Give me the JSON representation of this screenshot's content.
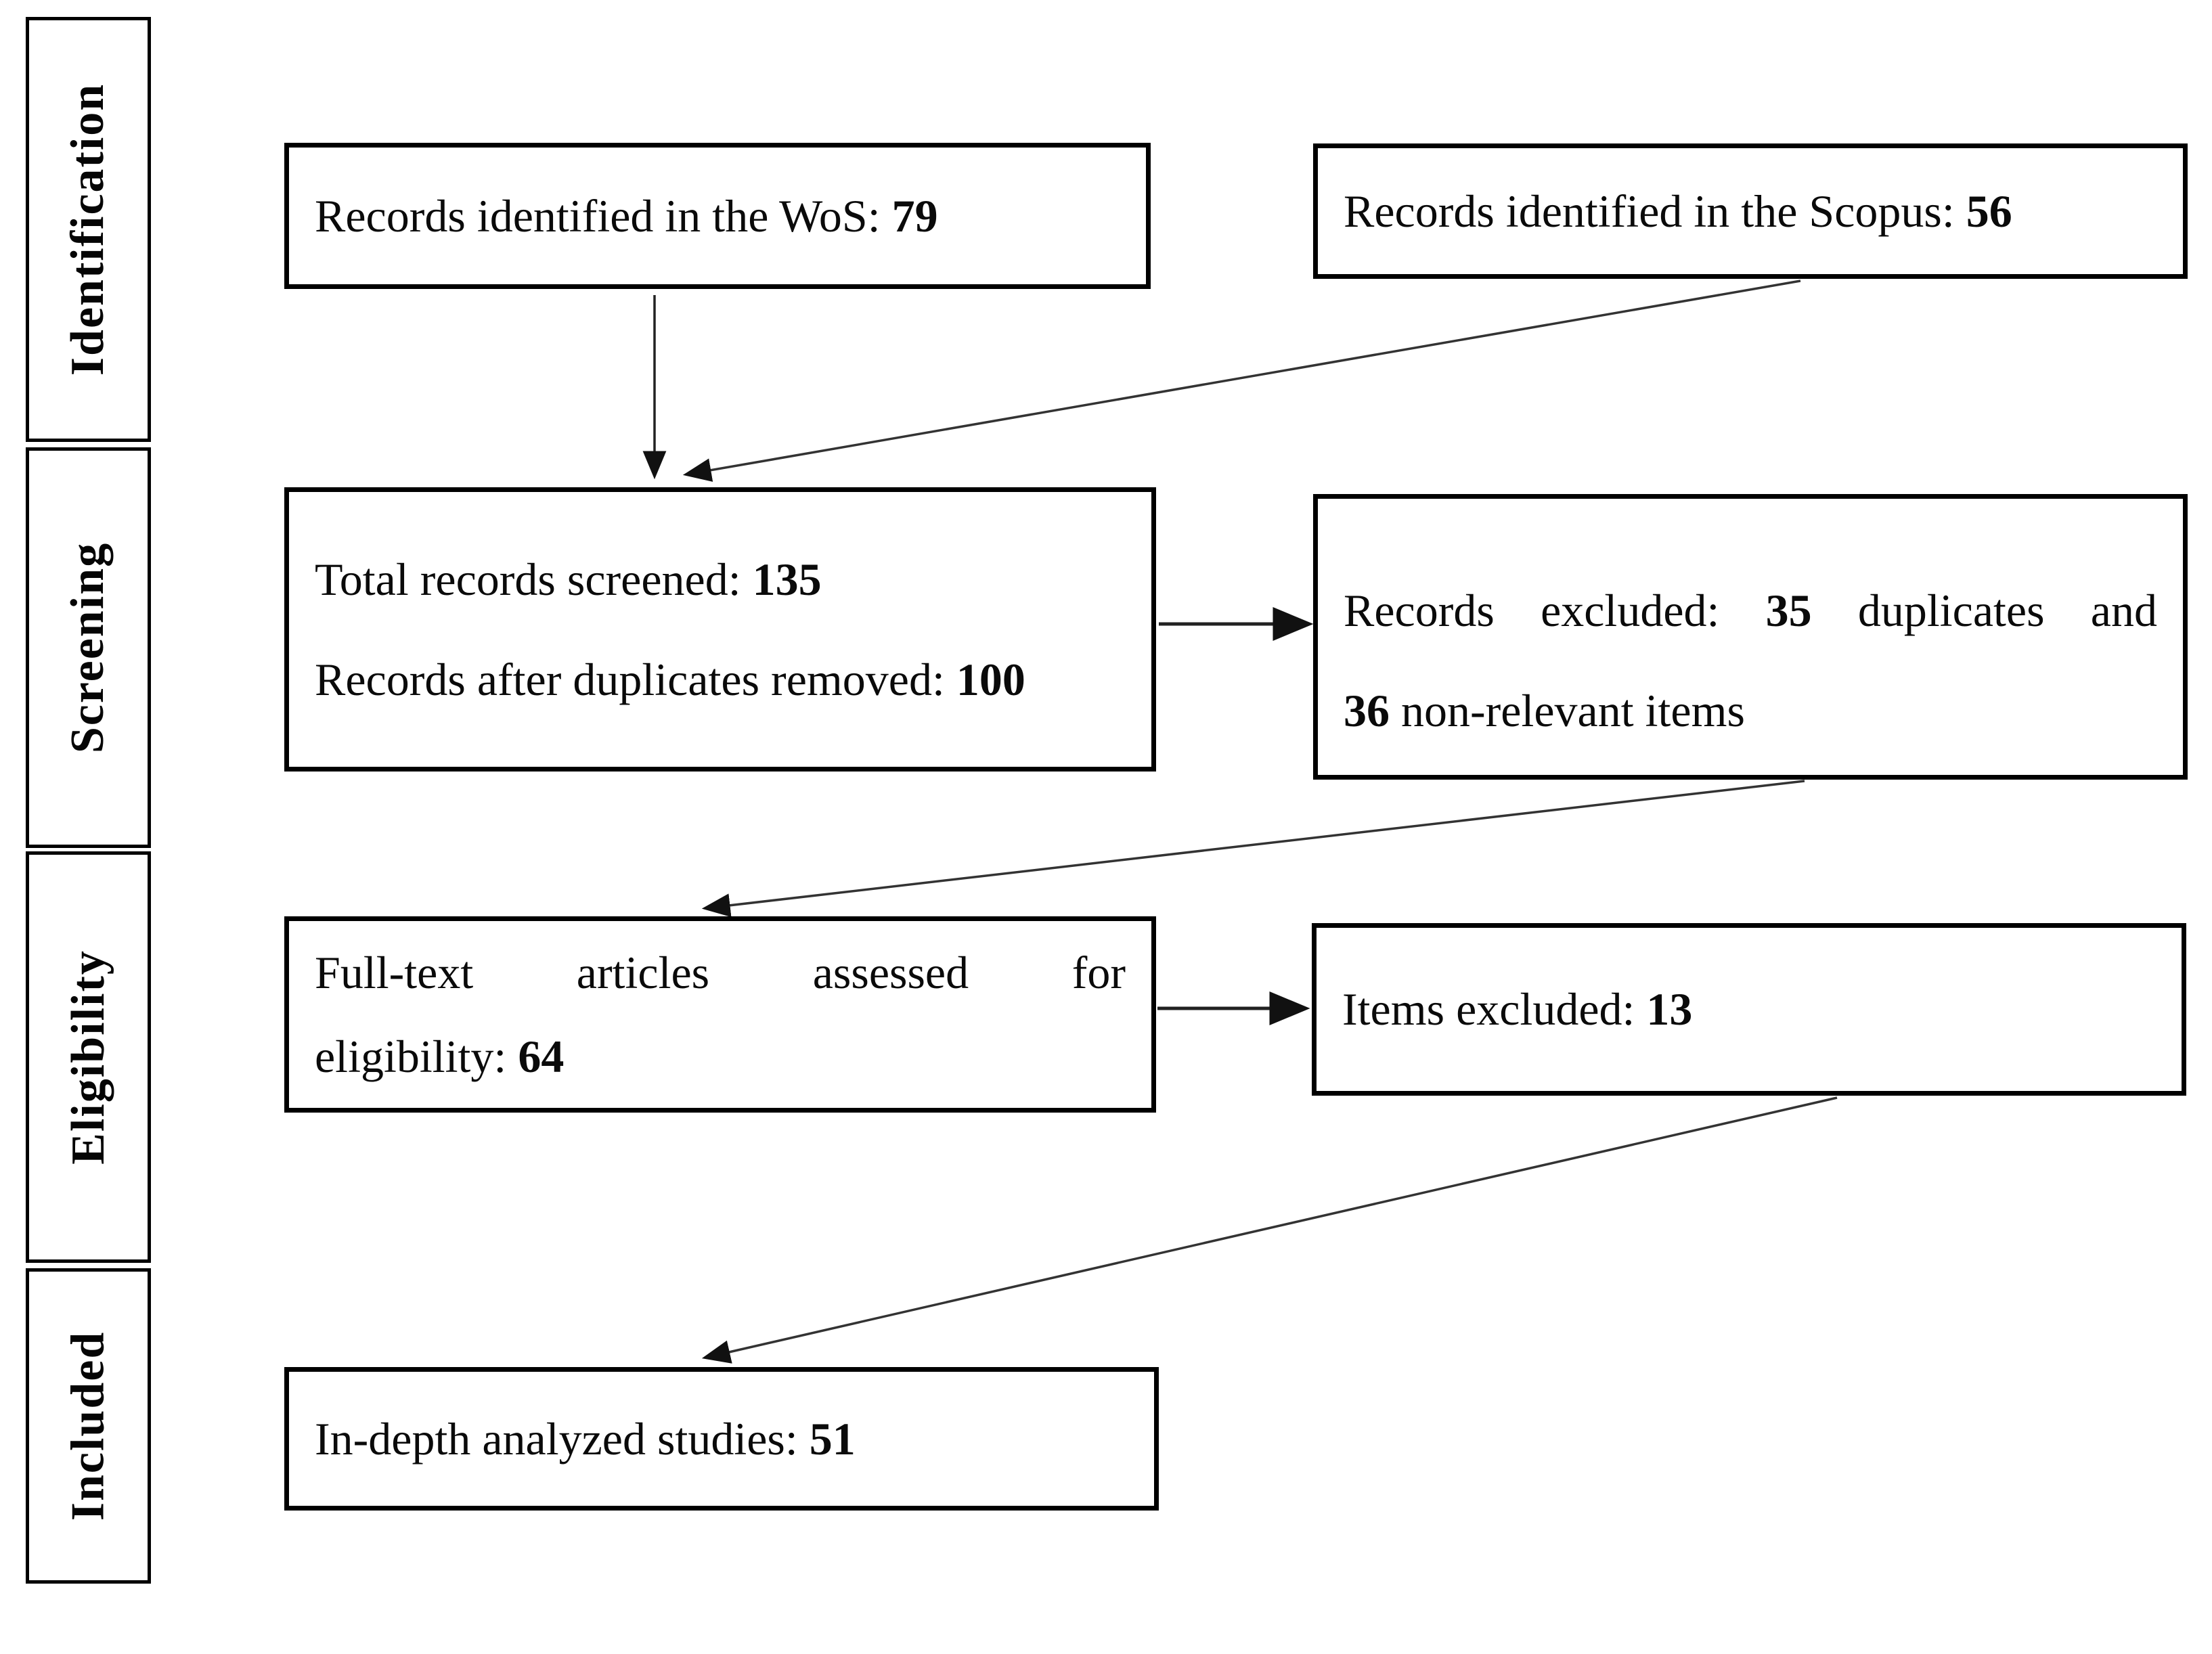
{
  "figure": {
    "type": "prisma-flow-diagram",
    "background_color": "#ffffff",
    "line_color": "#222222",
    "border_color": "#000000",
    "text_color": "#0a0a0a"
  },
  "sidebar": {
    "sections": [
      {
        "label": "Identification"
      },
      {
        "label": "Screening"
      },
      {
        "label": "Eligibility"
      },
      {
        "label": "Included"
      }
    ]
  },
  "boxes": {
    "wos": {
      "lines": [
        {
          "justify": false,
          "segs": [
            {
              "t": "Records identified in the WoS: "
            },
            {
              "t": "79",
              "b": true
            }
          ]
        }
      ]
    },
    "scopus": {
      "lines": [
        {
          "justify": false,
          "segs": [
            {
              "t": "Records identified in the Scopus: "
            },
            {
              "t": "56",
              "b": true
            }
          ]
        }
      ]
    },
    "screened": {
      "lines": [
        {
          "justify": false,
          "segs": [
            {
              "t": "Total records screened: "
            },
            {
              "t": "135",
              "b": true
            }
          ]
        },
        {
          "justify": false,
          "segs": [
            {
              "t": "Records after duplicates removed: "
            },
            {
              "t": "100",
              "b": true
            }
          ]
        }
      ]
    },
    "excluded_screening": {
      "lines": [
        {
          "justify": true,
          "segs": [
            {
              "t": "Records"
            },
            {
              "t": "excluded:"
            },
            {
              "t": "35",
              "b": true
            },
            {
              "t": "duplicates"
            },
            {
              "t": "and"
            }
          ]
        },
        {
          "justify": false,
          "segs": [
            {
              "t": "36",
              "b": true
            },
            {
              "t": " non-relevant items"
            }
          ]
        }
      ]
    },
    "fulltext": {
      "lines": [
        {
          "justify": true,
          "segs": [
            {
              "t": "Full-text"
            },
            {
              "t": "articles"
            },
            {
              "t": "assessed"
            },
            {
              "t": "for"
            }
          ]
        },
        {
          "justify": false,
          "segs": [
            {
              "t": "eligibility: "
            },
            {
              "t": "64",
              "b": true
            }
          ]
        }
      ]
    },
    "excluded_eligibility": {
      "lines": [
        {
          "justify": false,
          "segs": [
            {
              "t": "Items excluded: "
            },
            {
              "t": "13",
              "b": true
            }
          ]
        }
      ]
    },
    "included": {
      "lines": [
        {
          "justify": false,
          "segs": [
            {
              "t": "In-depth analyzed studies: "
            },
            {
              "t": "51",
              "b": true
            }
          ]
        }
      ]
    }
  },
  "counts": {
    "wos": 79,
    "scopus": 56,
    "total_screened": 135,
    "after_duplicates": 100,
    "excluded_duplicates": 35,
    "excluded_non_relevant": 36,
    "fulltext_assessed": 64,
    "items_excluded": 13,
    "in_depth_analyzed": 51
  },
  "arrows": [
    {
      "name": "arrow-wos-to-screened"
    },
    {
      "name": "arrow-scopus-to-screened"
    },
    {
      "name": "arrow-screened-to-excluded"
    },
    {
      "name": "arrow-excluded-to-fulltext"
    },
    {
      "name": "arrow-fulltext-to-items-excluded"
    },
    {
      "name": "arrow-items-excluded-to-included"
    }
  ]
}
